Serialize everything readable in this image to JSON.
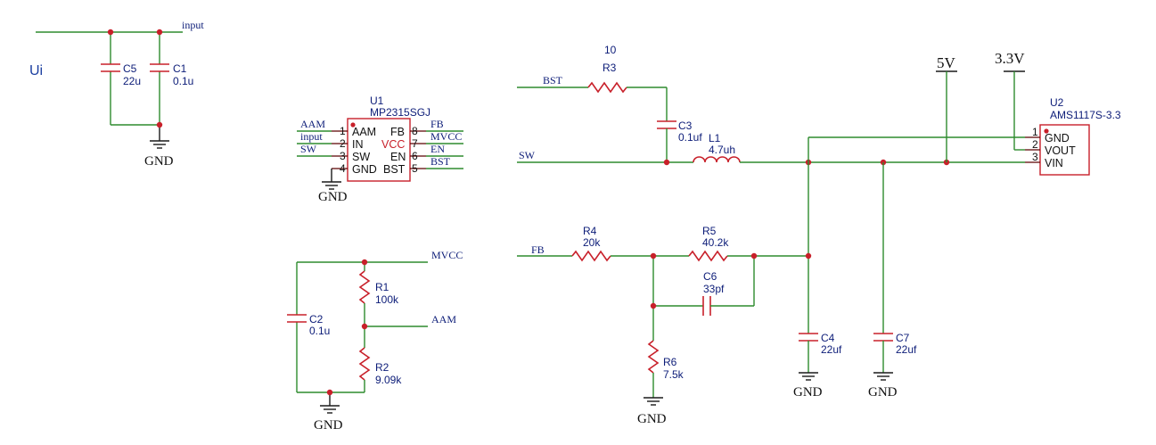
{
  "title_label": "Ui",
  "nets": {
    "input": "input",
    "aam": "AAM",
    "sw": "SW",
    "bst": "BST",
    "fb": "FB",
    "mvcc": "MVCC",
    "en": "EN",
    "gnd": "GND",
    "v5": "5V",
    "v33": "3.3V"
  },
  "components": {
    "c5": {
      "ref": "C5",
      "value": "22u"
    },
    "c1": {
      "ref": "C1",
      "value": "0.1u"
    },
    "c2": {
      "ref": "C2",
      "value": "0.1u"
    },
    "r1": {
      "ref": "R1",
      "value": "100k"
    },
    "r2": {
      "ref": "R2",
      "value": "9.09k"
    },
    "r3": {
      "ref": "R3",
      "value": "10"
    },
    "c3": {
      "ref": "C3",
      "value": "0.1uf"
    },
    "l1": {
      "ref": "L1",
      "value": "4.7uh"
    },
    "r4": {
      "ref": "R4",
      "value": "20k"
    },
    "r5": {
      "ref": "R5",
      "value": "40.2k"
    },
    "c6": {
      "ref": "C6",
      "value": "33pf"
    },
    "r6": {
      "ref": "R6",
      "value": "7.5k"
    },
    "c4": {
      "ref": "C4",
      "value": "22uf"
    },
    "c7": {
      "ref": "C7",
      "value": "22uf"
    }
  },
  "u1": {
    "ref": "U1",
    "part": "MP2315SGJ",
    "pins_left": [
      {
        "num": "1",
        "name": "AAM"
      },
      {
        "num": "2",
        "name": "IN"
      },
      {
        "num": "3",
        "name": "SW"
      },
      {
        "num": "4",
        "name": "GND"
      }
    ],
    "pins_right": [
      {
        "num": "8",
        "name": "FB"
      },
      {
        "num": "7",
        "name": "VCC"
      },
      {
        "num": "6",
        "name": "EN"
      },
      {
        "num": "5",
        "name": "BST"
      }
    ],
    "left_nets": [
      "AAM",
      "input",
      "SW"
    ],
    "right_nets": [
      "FB",
      "MVCC",
      "EN",
      "BST"
    ]
  },
  "u2": {
    "ref": "U2",
    "part": "AMS1117S-3.3",
    "pins": [
      {
        "num": "1",
        "name": "GND"
      },
      {
        "num": "2",
        "name": "VOUT"
      },
      {
        "num": "3",
        "name": "VIN"
      }
    ]
  }
}
